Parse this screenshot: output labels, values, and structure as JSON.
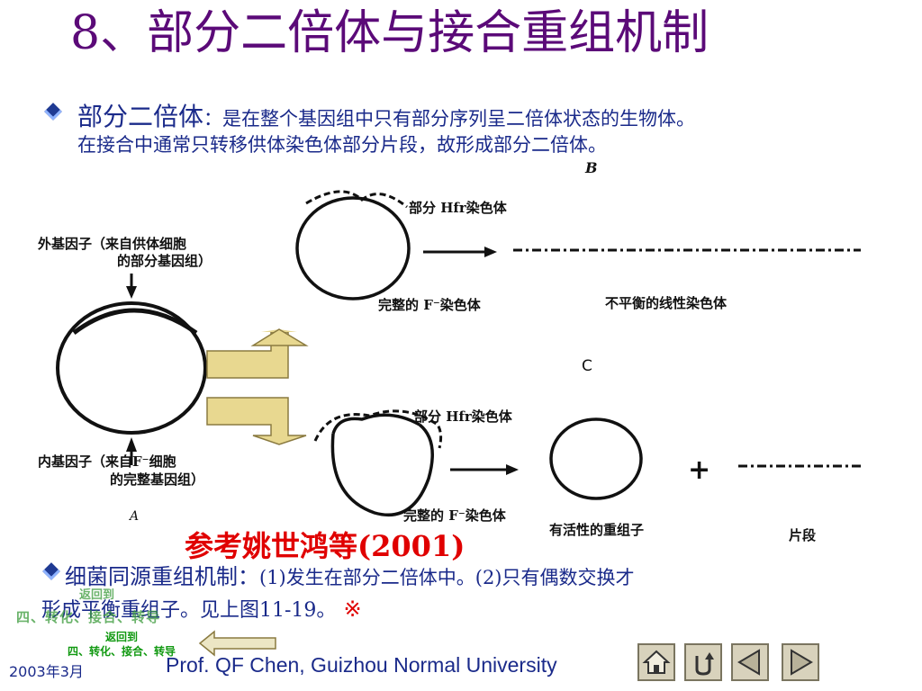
{
  "title": "8、部分二倍体与接合重组机制",
  "bullet1": {
    "term": "部分二倍体",
    "colon": "：",
    "definition": "是在整个基因组中只有部分序列呈二倍体状态的生物体。",
    "line2": "在接合中通常只转移供体染色体部分片段，故形成部分二倍体。"
  },
  "figure": {
    "panel_a": {
      "letter": "A",
      "exo_label_1": "外基因子（来自供体细胞",
      "exo_label_2": "的部分基因组）",
      "endo_label_1": "内基因子（来自F⁻细胞",
      "endo_label_2": "的完整基因组）"
    },
    "panel_b": {
      "letter": "B",
      "partial_hfr": "部分 Hfr染色体",
      "intact_f": "完整的 F⁻染色体",
      "unbalanced": "不平衡的线性染色体"
    },
    "panel_c": {
      "letter": "C",
      "partial_hfr": "部分 Hfr染色体",
      "intact_f": "完整的 F⁻染色体",
      "active_recombinant": "有活性的重组子",
      "plus": "+",
      "fragment": "片段"
    }
  },
  "reference": "参考姚世鸿等(2001)",
  "bullet2": {
    "term": "细菌同源重组机制：",
    "text_a": "(1)发生在部分二倍体中。(2)只有偶数交换才",
    "line2": "形成平衡重组子。见上图11-19。",
    "mark": "※"
  },
  "ghost_text": {
    "line1": "返回到",
    "line2": "四、转化、接合、转导"
  },
  "return_link": {
    "line1": "返回到",
    "line2": "四、转化、接合、转导"
  },
  "footer": {
    "date": "2003年3月",
    "text": "Prof. QF Chen, Guizhou Normal University"
  },
  "nav_icons": [
    "home-icon",
    "return-icon",
    "previous-icon",
    "next-icon"
  ],
  "colors": {
    "title": "#5b0a78",
    "body_text": "#1a2a8a",
    "reference": "#e00000",
    "arrow_fill": "#e8d890",
    "link_green": "#119911"
  }
}
